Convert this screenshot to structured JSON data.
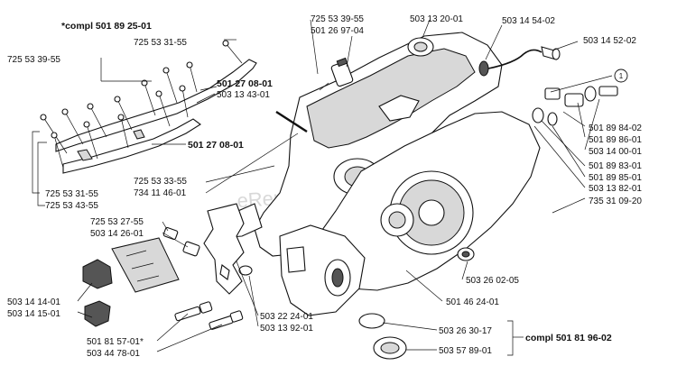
{
  "watermark": "eReplacementParts.com",
  "callout_number": "1",
  "labels": {
    "compl_501_89_25_01": "*compl 501 89 25-01",
    "p725_53_31_55_top": "725 53 31-55",
    "p725_53_39_55_left": "725 53 39-55",
    "p501_27_08_01_a": "501 27 08-01",
    "p503_13_43_01": "503 13 43-01",
    "p501_27_08_01_b": "501 27 08-01",
    "p725_53_31_55_bot": "725 53 31-55",
    "p725_53_43_55": "725 53 43-55",
    "p725_53_39_55_top": "725 53 39-55",
    "p501_26_97_04": "501 26 97-04",
    "p503_13_20_01": "503 13 20-01",
    "p503_14_54_02": "503 14 54-02",
    "p503_14_52_02": "503 14 52-02",
    "p725_53_33_55": "725 53 33-55",
    "p734_11_46_01": "734 11 46-01",
    "p501_89_84_02": "501 89 84-02",
    "p501_89_86_01": "501 89 86-01",
    "p503_14_00_01": "503 14 00-01",
    "p501_89_83_01": "501 89 83-01",
    "p501_89_85_01": "501 89 85-01",
    "p503_13_82_01": "503 13 82-01",
    "p735_31_09_20": "735 31 09-20",
    "p725_53_27_55": "725 53 27-55",
    "p503_14_26_01": "503 14 26-01",
    "p503_26_02_05": "503 26 02-05",
    "p501_46_24_01": "501 46 24-01",
    "p503_14_14_01": "503 14 14-01",
    "p503_14_15_01": "503 14 15-01",
    "p503_22_24_01": "503 22 24-01",
    "p503_13_92_01": "503 13 92-01",
    "p503_26_30_17": "503 26 30-17",
    "compl_501_81_96_02": "compl 501 81 96-02",
    "p501_81_57_01": "501 81 57-01*",
    "p503_44_78_01": "503 44 78-01",
    "p503_57_89_01": "503 57 89-01"
  }
}
